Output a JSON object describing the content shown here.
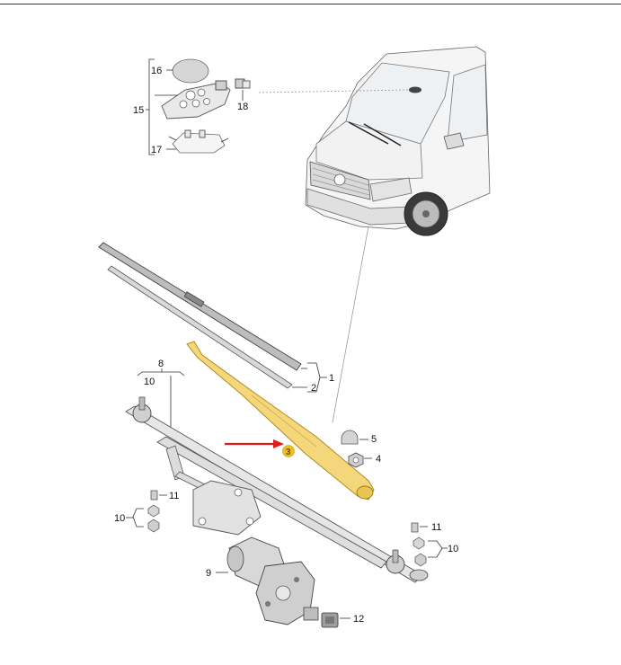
{
  "callouts": {
    "c1": "1",
    "c2": "2",
    "c3": "3",
    "c4": "4",
    "c5": "5",
    "c8": "8",
    "c9": "9",
    "c10_top": "10",
    "c10_left": "10",
    "c10_right": "10",
    "c11_left": "11",
    "c11_right": "11",
    "c12": "12",
    "c15": "15",
    "c16": "16",
    "c17": "17",
    "c18": "18"
  },
  "colors": {
    "highlight_fill": "#f3d77a",
    "highlight_stroke": "#b08a20",
    "pointer_arrow": "#e21b1b",
    "callout_badge": "#f0c020"
  },
  "icons": {
    "pointer": "red-arrow-icon"
  }
}
